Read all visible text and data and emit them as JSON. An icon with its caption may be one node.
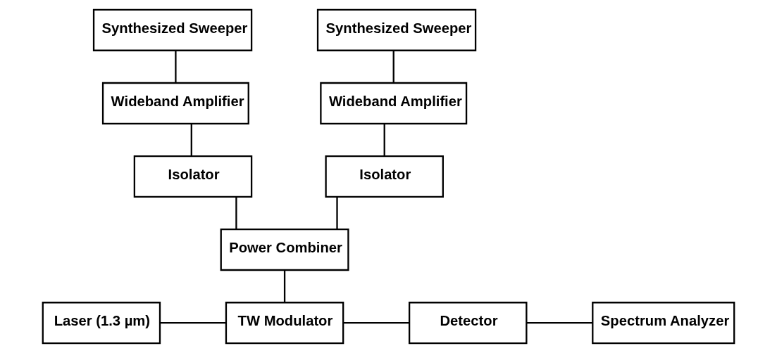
{
  "diagram": {
    "nodes": [
      {
        "text": [
          "Synthesized Sweeper"
        ]
      },
      {
        "text": [
          "Synthesized Sweeper"
        ]
      },
      {
        "text": [
          "Wideband Amplifier"
        ]
      },
      {
        "text": [
          "Wideband Amplifier"
        ]
      },
      {
        "text": [
          "Isolator"
        ]
      },
      {
        "text": [
          "Isolator"
        ]
      },
      {
        "text": [
          "Power Combiner"
        ]
      },
      {
        "text": [
          "Laser (1.3 µm)"
        ]
      },
      {
        "text": [
          "TW Modulator"
        ]
      },
      {
        "text": [
          "Detector"
        ]
      },
      {
        "text": [
          "Spectrum Analyzer"
        ]
      }
    ],
    "edges": [
      {
        "from": 0,
        "to": 2,
        "arrow": "none"
      },
      {
        "from": 2,
        "to": 4,
        "arrow": "none"
      },
      {
        "from": 4,
        "to": 6,
        "arrow": "none"
      },
      {
        "from": 1,
        "to": 3,
        "arrow": "none"
      },
      {
        "from": 3,
        "to": 5,
        "arrow": "none"
      },
      {
        "from": 5,
        "to": 6,
        "arrow": "none"
      },
      {
        "from": 6,
        "to": 8,
        "arrow": "none"
      },
      {
        "from": 7,
        "to": 8,
        "arrow": "none"
      },
      {
        "from": 8,
        "to": 9,
        "arrow": "none"
      },
      {
        "from": 9,
        "to": 10,
        "arrow": "none"
      }
    ]
  }
}
